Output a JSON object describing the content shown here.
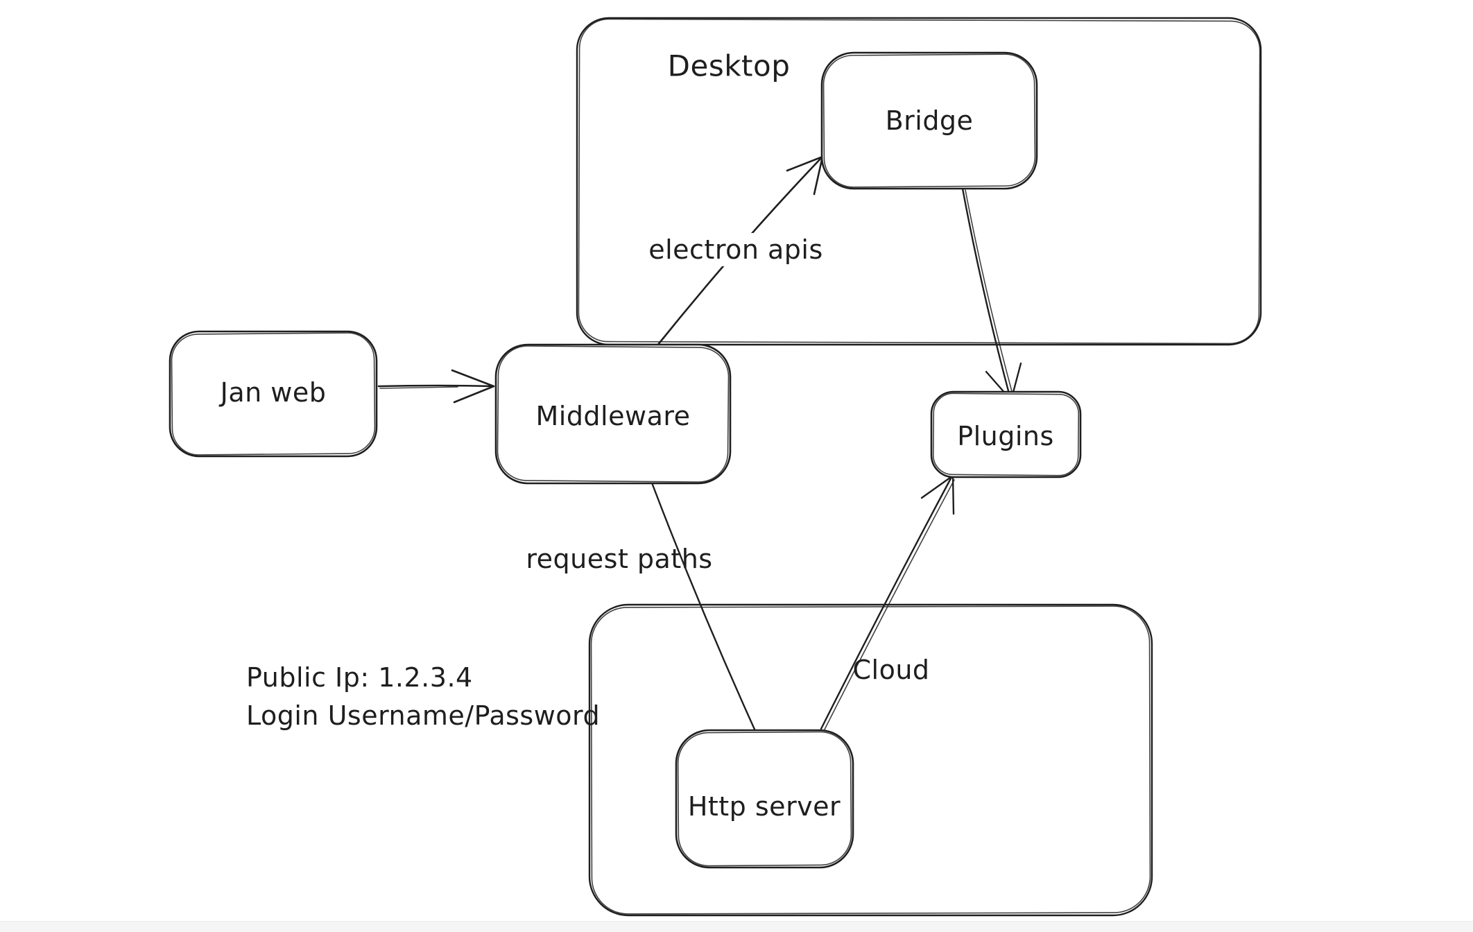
{
  "canvas": {
    "background": "#ffffff",
    "stroke_color": "#1e1e1e",
    "bottom_strip_color": "#f5f5f5"
  },
  "containers": {
    "desktop": {
      "label": "Desktop"
    },
    "cloud": {
      "label": "Cloud"
    }
  },
  "nodes": {
    "jan_web": {
      "label": "Jan web"
    },
    "middleware": {
      "label": "Middleware"
    },
    "bridge": {
      "label": "Bridge"
    },
    "plugins": {
      "label": "Plugins"
    },
    "http_server": {
      "label": "Http server"
    }
  },
  "edges": {
    "jan_web_to_middleware": {
      "from": "Jan web",
      "to": "Middleware",
      "label": ""
    },
    "middleware_to_bridge": {
      "from": "Middleware",
      "to": "Bridge",
      "label": "electron apis"
    },
    "bridge_to_plugins": {
      "from": "Bridge",
      "to": "Plugins",
      "label": ""
    },
    "middleware_to_http_server": {
      "from": "Middleware",
      "to": "Http server",
      "label": "request paths"
    },
    "http_server_to_plugins": {
      "from": "Http server",
      "to": "Plugins",
      "label": ""
    }
  },
  "annotations": {
    "public_ip": {
      "line1": "Public Ip: 1.2.3.4",
      "line2": "Login Username/Password"
    }
  }
}
